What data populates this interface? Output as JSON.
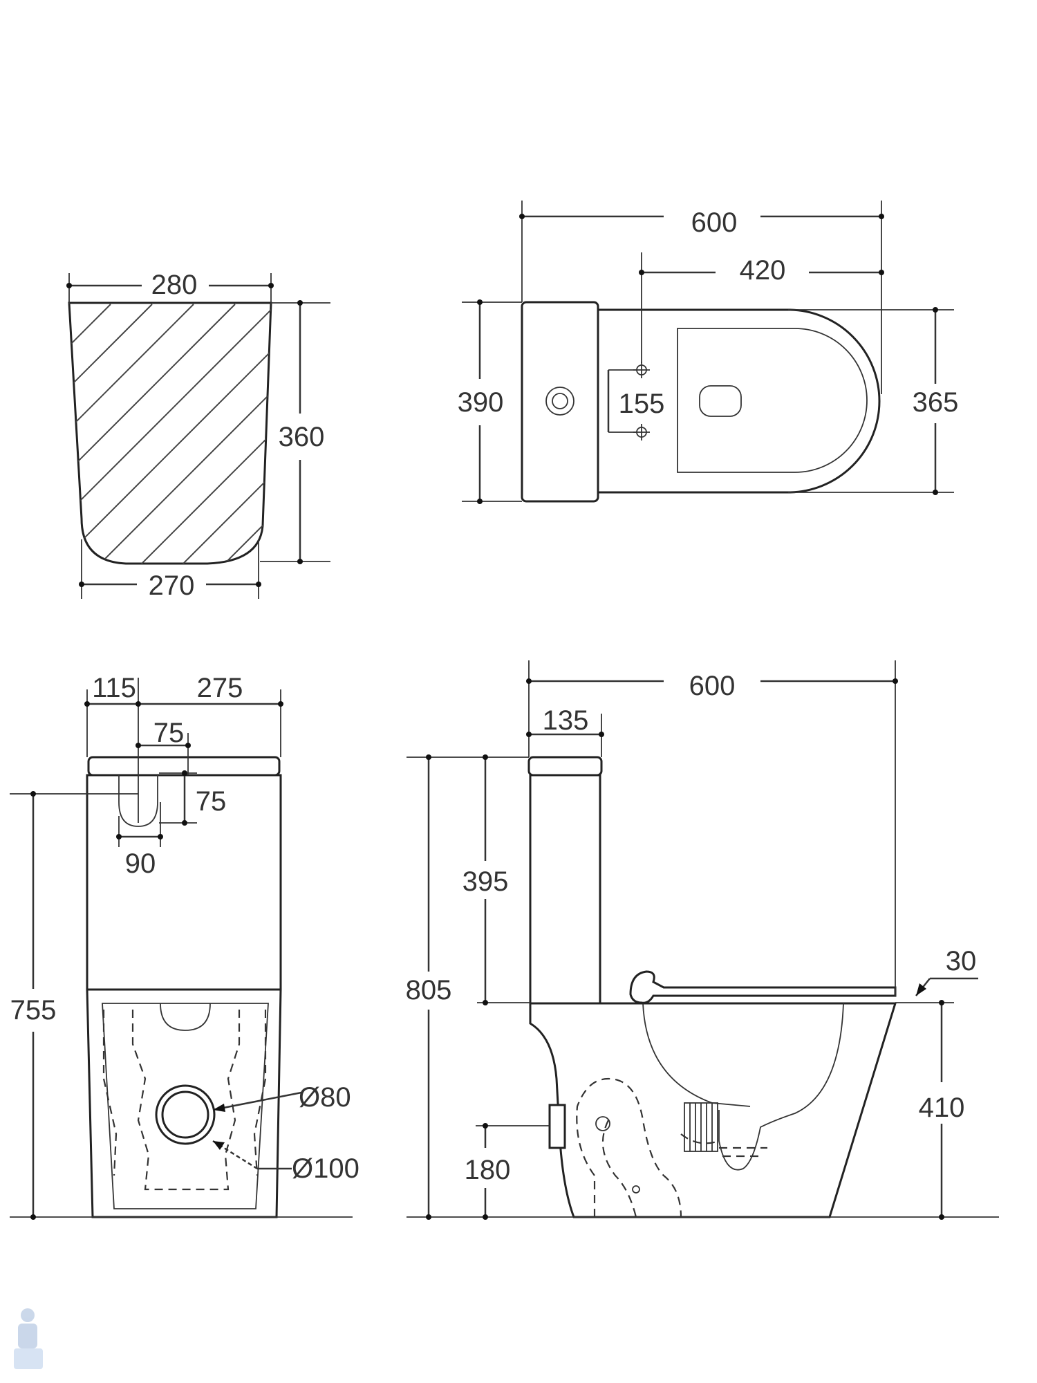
{
  "top_left_view": {
    "width_top": "280",
    "width_bottom": "270",
    "height": "360"
  },
  "top_right_view": {
    "overall_length": "600",
    "bowl_length": "420",
    "tank_depth": "390",
    "bowl_width": "365",
    "fixing_spacing": "155"
  },
  "front_view": {
    "tank_offset": "115",
    "tank_width": "275",
    "outlet_width": "75",
    "outlet_height": "75",
    "button_width": "90",
    "total_height": "755",
    "inner_diameter": "Ø80",
    "outer_diameter": "Ø100"
  },
  "side_view": {
    "overall_length": "600",
    "tank_depth": "135",
    "tank_height": "395",
    "total_height": "805",
    "seat_thickness": "30",
    "seat_height": "410",
    "outlet_height": "180"
  }
}
